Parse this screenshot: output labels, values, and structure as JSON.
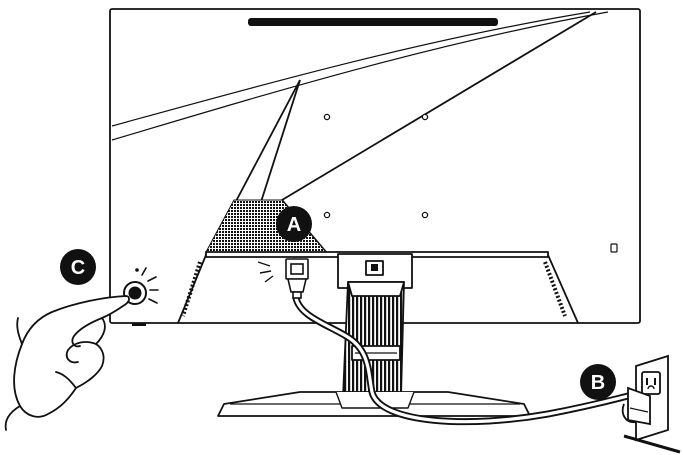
{
  "callouts": {
    "a": {
      "label": "A",
      "color": "#111111",
      "text_color": "#ffffff"
    },
    "b": {
      "label": "B",
      "color": "#111111",
      "text_color": "#ffffff"
    },
    "c": {
      "label": "C",
      "color": "#111111",
      "text_color": "#ffffff"
    }
  },
  "icons": {
    "power_button": "power-button-icon",
    "hand": "pointing-hand-icon",
    "wall_outlet": "wall-outlet-icon",
    "power_plug": "power-plug-icon",
    "cable_connector": "power-connector-icon"
  },
  "colors": {
    "line": "#111111",
    "background": "#ffffff"
  }
}
